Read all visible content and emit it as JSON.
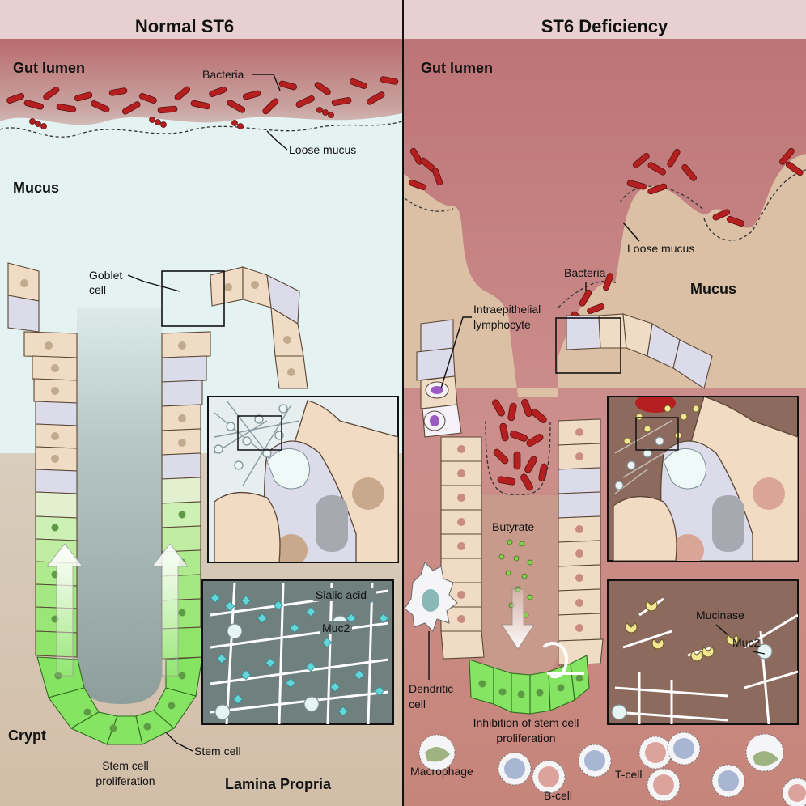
{
  "panels": {
    "left": {
      "title": "Normal ST6",
      "labels": {
        "gut_lumen": "Gut lumen",
        "bacteria": "Bacteria",
        "loose_mucus": "Loose mucus",
        "mucus": "Mucus",
        "goblet_cell_line1": "Goblet",
        "goblet_cell_line2": "cell",
        "sialic_acid": "Sialic acid",
        "muc2": "Muc2",
        "crypt": "Crypt",
        "stem_cell": "Stem cell",
        "stem_cell_proliferation_line1": "Stem cell",
        "stem_cell_proliferation_line2": "proliferation",
        "lamina_propria": "Lamina Propria"
      }
    },
    "right": {
      "title": "ST6 Deficiency",
      "labels": {
        "gut_lumen": "Gut lumen",
        "loose_mucus": "Loose mucus",
        "mucus": "Mucus",
        "bacteria": "Bacteria",
        "iel_line1": "Intraepithelial",
        "iel_line2": "lymphocyte",
        "butyrate": "Butyrate",
        "mucinase": "Mucinase",
        "muc2": "Muc2",
        "dendritic_cell_line1": "Dendritic",
        "dendritic_cell_line2": "cell",
        "inhibition_line1": "Inhibition of stem cell",
        "inhibition_line2": "proliferation",
        "macrophage": "Macrophage",
        "b_cell": "B-cell",
        "t_cell": "T-cell"
      }
    }
  },
  "colors": {
    "header_bg": "#e8cfd0",
    "lumen_left": "#b86a6c",
    "mucus_left": "#e6f4f2",
    "tissue_left": "#d3c1ab",
    "lumen_right": "#c98a89",
    "mucus_right": "#dbbfa5",
    "tissue_right": "#c98a7e",
    "bacteria": "#b82020",
    "epithelium": "#f1dcc4",
    "goblet": "#dcd9ea",
    "stem_cell": "#8ee86f",
    "sialic_acid": "#63d6da",
    "butyrate": "#86d24c",
    "mucinase": "#f2e793"
  }
}
